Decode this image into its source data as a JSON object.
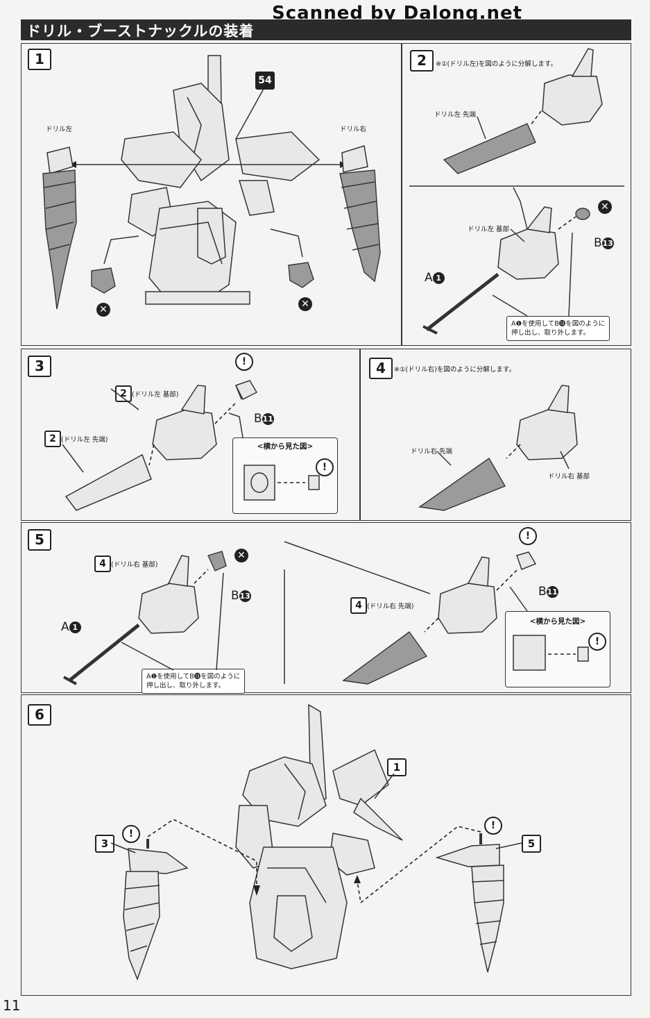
{
  "watermark": "Scanned by Dalong.net",
  "header": {
    "title": "ドリル・ブーストナックルの装着"
  },
  "page_number": "11",
  "steps": {
    "s1": {
      "number": "1",
      "part_ref": "54",
      "label_left": "ドリル左",
      "label_right": "ドリル右"
    },
    "s2": {
      "number": "2",
      "instruction": "※①(ドリル左)を図のように分解します。",
      "tip_label": "ドリル左 先端",
      "base_label": "ドリル左 基部",
      "part_a": "A",
      "part_a_num": "1",
      "part_b": "B",
      "part_b_num": "13",
      "note_line1": "A❶を使用してB⓭を図のように",
      "note_line2": "押し出し、取り外します。"
    },
    "s3": {
      "number": "3",
      "ref_base": "2",
      "ref_base_text": "(ドリル左 基部)",
      "ref_tip": "2",
      "ref_tip_text": "(ドリル左 先端)",
      "part_b": "B",
      "part_b_num": "11",
      "sideview_title": "<横から見た図>"
    },
    "s4": {
      "number": "4",
      "instruction": "※①(ドリル右)を図のように分解します。",
      "tip_label": "ドリル右 先端",
      "base_label": "ドリル右 基部"
    },
    "s5": {
      "number": "5",
      "ref_base": "4",
      "ref_base_text": "(ドリル右 基部)",
      "part_a": "A",
      "part_a_num": "1",
      "part_b": "B",
      "part_b_num": "13",
      "note_line1": "A❶を使用してB⓭を図のように",
      "note_line2": "押し出し、取り外します。",
      "ref_tip": "4",
      "ref_tip_text": "(ドリル右 先端)",
      "part_b2": "B",
      "part_b2_num": "11",
      "sideview_title": "<横から見た図>"
    },
    "s6": {
      "number": "6",
      "ref_body": "1",
      "ref_left": "3",
      "ref_right": "5"
    }
  },
  "icons": {
    "remove": "x-circle-icon",
    "caution": "exclamation-icon"
  }
}
